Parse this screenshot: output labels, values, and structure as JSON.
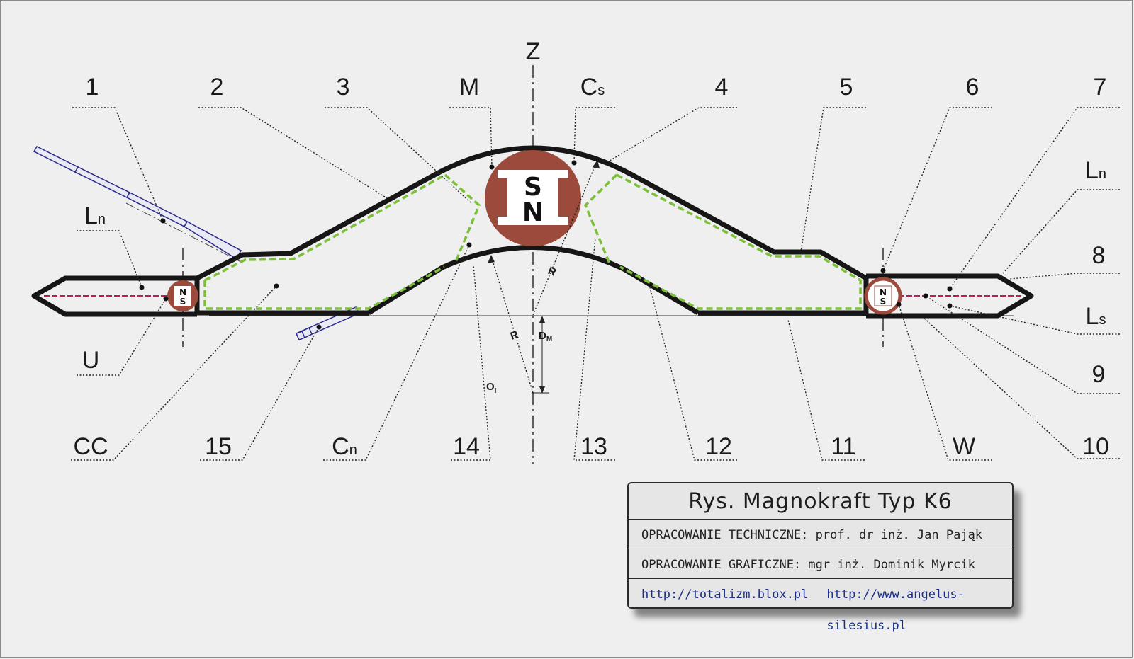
{
  "labels": {
    "top": {
      "n1": "1",
      "n2": "2",
      "n3": "3",
      "m": "M",
      "cs": "C",
      "cs_sub": "s",
      "n4": "4",
      "n5": "5",
      "n6": "6",
      "n7": "7"
    },
    "axis_z": "Z",
    "left": {
      "ln": "L",
      "ln_sub": "n",
      "u": "U"
    },
    "right": {
      "ln": "L",
      "ln_sub": "n",
      "n8": "8",
      "ls": "L",
      "ls_sub": "s",
      "n9": "9"
    },
    "bottom": {
      "cc": "CC",
      "n15": "15",
      "cn": "C",
      "cn_sub": "n",
      "n14": "14",
      "n13": "13",
      "n12": "12",
      "n11": "11",
      "w": "W",
      "n10": "10"
    },
    "dims": {
      "r1": "R",
      "r2": "R",
      "dm": "D",
      "dm_sub": "M",
      "oi": "O",
      "oi_sub": "I"
    },
    "magnet_main": {
      "top": "S",
      "bottom": "N"
    },
    "magnet_left": {
      "top": "N",
      "bottom": "S"
    },
    "magnet_right": {
      "top": "N",
      "bottom": "S"
    }
  },
  "title_block": {
    "title": "Rys. Magnokraft Typ K6",
    "technical": "OPRACOWANIE TECHNICZNE: prof. dr inż. Jan Pająk",
    "graphic": "OPRACOWANIE GRAFICZNE: mgr inż. Dominik Myrcik",
    "link1": "http://totalizm.blox.pl",
    "link2": "http://www.angelus-silesius.pl"
  },
  "colors": {
    "hull": "#161616",
    "field_lines": "#7cc03a",
    "magnet_casing": "#9b4a3c",
    "side_propulsor": "#2a2a8c",
    "axis_line_red": "#c2185b",
    "link_text": "#1b2e86"
  }
}
